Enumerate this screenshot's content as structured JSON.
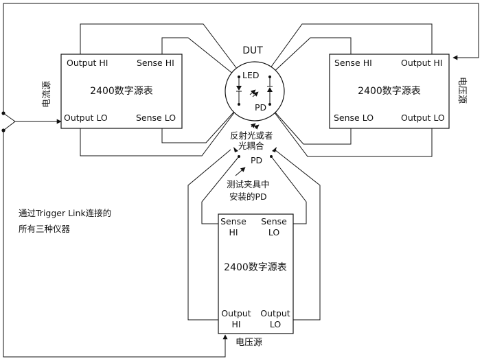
{
  "dut": {
    "title": "DUT",
    "led": "LED",
    "pd": "PD"
  },
  "left_unit": {
    "side_label": "电流源",
    "title": "2400数字源表",
    "output_hi": "Output HI",
    "sense_hi": "Sense HI",
    "output_lo": "Output LO",
    "sense_lo": "Sense LO"
  },
  "right_unit": {
    "side_label": "电压源",
    "title": "2400数字源表",
    "sense_hi": "Sense HI",
    "output_hi": "Output HI",
    "sense_lo": "Sense LO",
    "output_lo": "Output LO"
  },
  "bottom_unit": {
    "side_label": "电压源",
    "title": "2400数字源表",
    "sense_hi_1": "Sense",
    "sense_hi_2": "HI",
    "sense_lo_1": "Sense",
    "sense_lo_2": "LO",
    "output_hi_1": "Output",
    "output_hi_2": "HI",
    "output_lo_1": "Output",
    "output_lo_2": "LO"
  },
  "annotations": {
    "reflect_1": "反射光或者",
    "reflect_2": "光耦合",
    "fixture_pd": "PD",
    "fixture_1": "测试夹具中",
    "fixture_2": "安装的PD",
    "trigger_1": "通过Trigger Link连接的",
    "trigger_2": "所有三种仪器"
  }
}
